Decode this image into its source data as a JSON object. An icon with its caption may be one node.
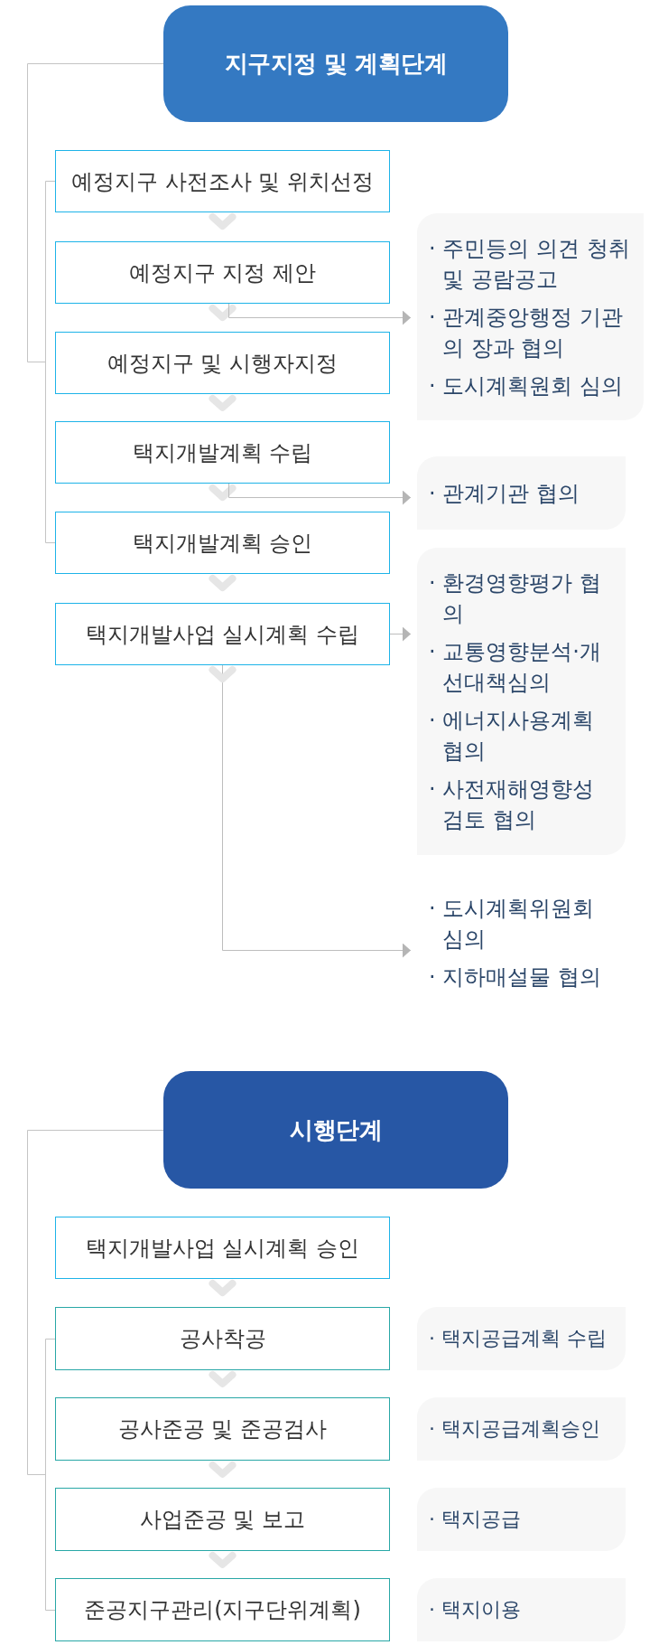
{
  "diagram": {
    "nodes": [
      {
        "text": [
          "지구지정 및 계획단계"
        ]
      },
      {
        "text": [
          "예정지구 사전조사 및 위치선정"
        ]
      },
      {
        "text": [
          "예정지구 지정 제안"
        ]
      },
      {
        "text": [
          "예정지구 및 시행자지정"
        ]
      },
      {
        "text": [
          "택지개발계획 수립"
        ]
      },
      {
        "text": [
          "택지개발계획 승인"
        ]
      },
      {
        "text": [
          "택지개발사업 실시계획 수립"
        ]
      },
      {
        "text": [
          "· 주민등의 의견 청취 및 공람공고",
          "· 관계중앙행정 기관의 장과 협의",
          "· 도시계획원회 심의"
        ]
      },
      {
        "text": [
          "· 관계기관 협의"
        ]
      },
      {
        "text": [
          "· 환경영향평가 협의",
          "· 교통영향분석·개선대책심의",
          "· 에너지사용계획 협의",
          "· 사전재해영향성 검토 협의"
        ]
      },
      {
        "text": [
          "· 도시계획위원회 심의",
          "· 지하매설물 협의"
        ]
      },
      {
        "text": [
          "시행단계"
        ]
      },
      {
        "text": [
          "택지개발사업 실시계획 승인"
        ]
      },
      {
        "text": [
          "공사착공"
        ]
      },
      {
        "text": [
          "공사준공 및 준공검사"
        ]
      },
      {
        "text": [
          "사업준공 및 보고"
        ]
      },
      {
        "text": [
          "준공지구관리(지구단위계획)"
        ]
      },
      {
        "text": [
          "· 택지공급계획 수립"
        ]
      },
      {
        "text": [
          "· 택지공급계획승인"
        ]
      },
      {
        "text": [
          "· 택지공급"
        ]
      },
      {
        "text": [
          "· 택지이용"
        ]
      }
    ],
    "edges": [
      {
        "from": 1,
        "to": 2,
        "arrow": "to"
      },
      {
        "from": 2,
        "to": 3,
        "arrow": "to"
      },
      {
        "from": 3,
        "to": 4,
        "arrow": "to"
      },
      {
        "from": 4,
        "to": 5,
        "arrow": "to"
      },
      {
        "from": 5,
        "to": 6,
        "arrow": "to"
      },
      {
        "from": 2,
        "to": 7,
        "arrow": "to"
      },
      {
        "from": 4,
        "to": 8,
        "arrow": "to"
      },
      {
        "from": 6,
        "to": 9,
        "arrow": "to"
      },
      {
        "from": 6,
        "to": 10,
        "arrow": "to"
      },
      {
        "from": 12,
        "to": 13,
        "arrow": "to"
      },
      {
        "from": 13,
        "to": 14,
        "arrow": "to"
      },
      {
        "from": 14,
        "to": 15,
        "arrow": "to"
      },
      {
        "from": 15,
        "to": 16,
        "arrow": "to"
      }
    ]
  }
}
